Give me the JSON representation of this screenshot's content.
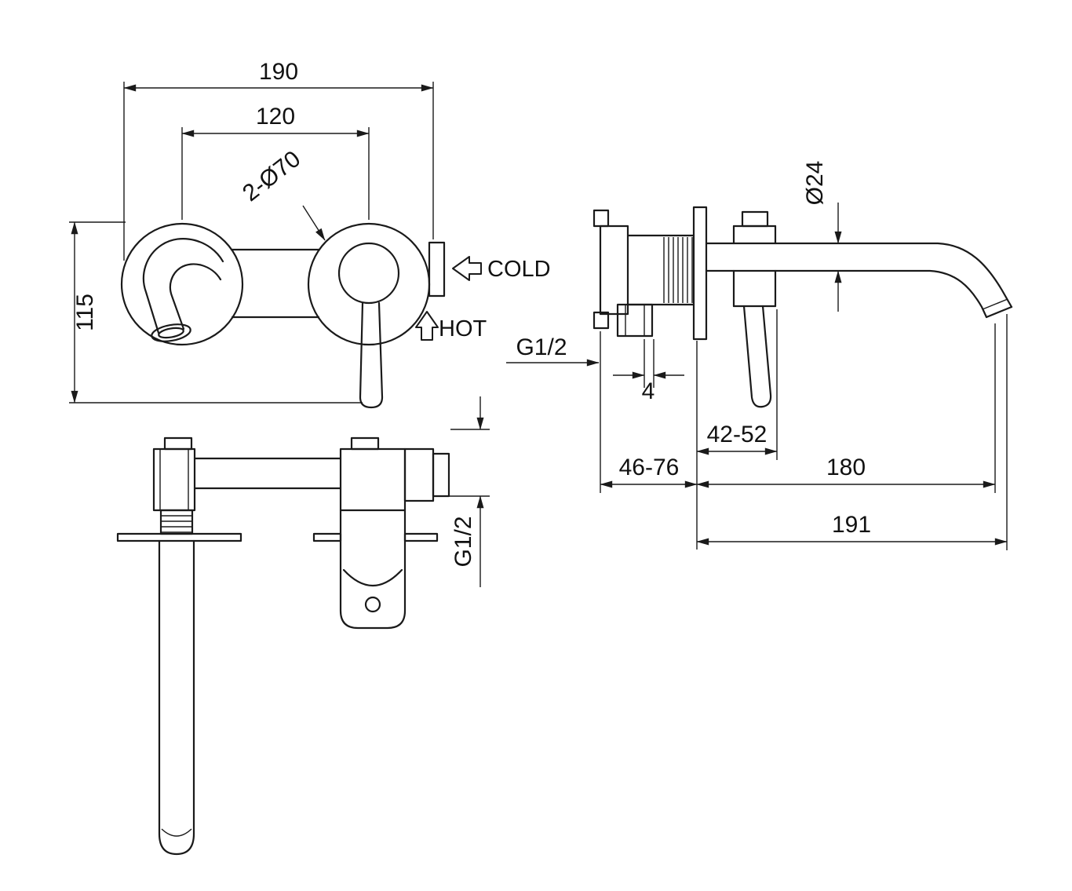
{
  "front_view": {
    "dim_overall_width": "190",
    "dim_hole_centers": "120",
    "dim_height": "115",
    "label_holes": "2-Ø70",
    "label_cold_inlet": "COLD",
    "label_hot_inlet": "HOT"
  },
  "bottom_view": {
    "label_thread": "G1/2"
  },
  "side_view": {
    "label_spout_diameter": "Ø24",
    "label_thread": "G1/2",
    "dim_plate_offset": "4",
    "dim_wall_depth_range": "42-52",
    "dim_body_depth_range": "46-76",
    "dim_spout_reach": "180",
    "dim_overall_reach": "191"
  },
  "colors": {
    "line": "#1a1a1a",
    "background": "#ffffff"
  }
}
